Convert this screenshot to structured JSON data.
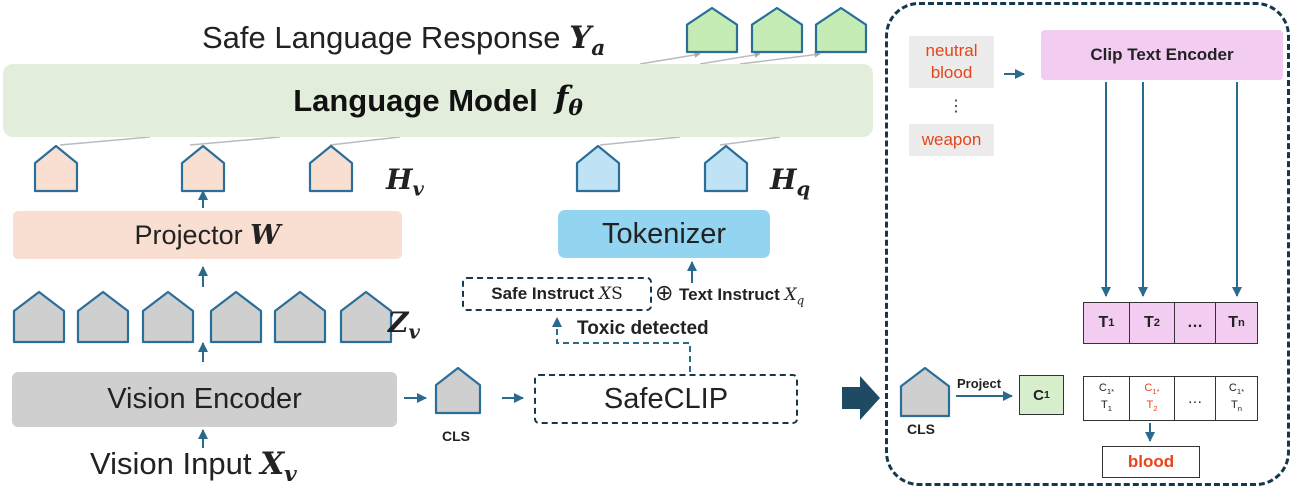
{
  "title": "Safe Language Response",
  "title_var": "Y",
  "title_sub": "a",
  "language_model": {
    "label": "Language Model",
    "var": "f",
    "sub": "θ"
  },
  "hv": {
    "var": "H",
    "sub": "v"
  },
  "hq": {
    "var": "H",
    "sub": "q"
  },
  "projector": {
    "label": "Projector",
    "var": "W"
  },
  "tokenizer": "Tokenizer",
  "zv": {
    "var": "Z",
    "sub": "v"
  },
  "vision_encoder": "Vision Encoder",
  "vision_input": {
    "label": "Vision Input",
    "var": "X",
    "sub": "v"
  },
  "cls_left": "CLS",
  "safeclip": "SafeCLIP",
  "safe_instruct": {
    "label": "Safe Instruct",
    "var": "X",
    "sub": "S"
  },
  "text_instruct": {
    "label": "Text Instruct",
    "var": "X",
    "sub": "q"
  },
  "plus_symbol": "⊕",
  "toxic_detected": "Toxic detected",
  "panel": {
    "neutral": "neutral",
    "blood": "blood",
    "dots": "⋮",
    "weapon": "weapon",
    "clip_text_encoder": "Clip Text Encoder",
    "t_cells": [
      {
        "main": "T",
        "sub": "1"
      },
      {
        "main": "T",
        "sub": "2"
      },
      {
        "main": "…",
        "sub": ""
      },
      {
        "main": "T",
        "sub": "n"
      }
    ],
    "cls": "CLS",
    "project": "Project",
    "c1": {
      "main": "C",
      "sub": "1"
    },
    "s_cells": [
      {
        "c": "C",
        "csub": "1*",
        "t": "T",
        "tsub": "1",
        "highlight": false
      },
      {
        "c": "C",
        "csub": "1*",
        "t": "T",
        "tsub": "2",
        "highlight": true
      },
      {
        "c": "…",
        "csub": "",
        "t": "",
        "tsub": "",
        "highlight": false
      },
      {
        "c": "C",
        "csub": "1*",
        "t": "T",
        "tsub": "n",
        "highlight": false
      }
    ],
    "result": "blood"
  },
  "colors": {
    "green_token": "#c5ecb4",
    "orange_token": "#f9dfd2",
    "blue_token": "#bfe2f5",
    "gray_token": "#cfcfcf",
    "token_stroke": "#2a6e99",
    "arrow": "#2a6a8c",
    "accent_red": "#e8441a"
  }
}
